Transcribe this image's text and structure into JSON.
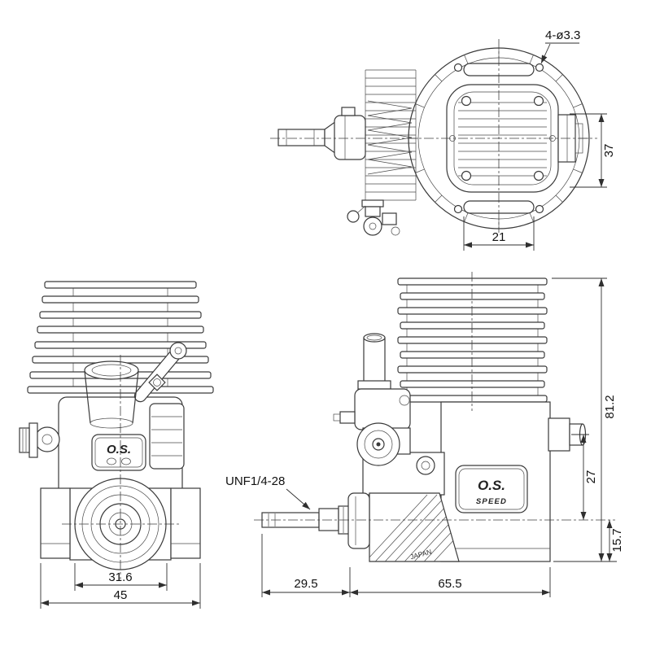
{
  "dimensions": {
    "rear_hole_callout": "4-ø3.3",
    "rear_height": "37",
    "rear_slot_width": "21",
    "front_mount_span": "31.6",
    "front_overall_width": "45",
    "crank_thread_callout": "UNF1/4-28",
    "crank_length": "29.5",
    "case_length": "65.5",
    "overall_height": "81.2",
    "exhaust_to_crank": "27",
    "crank_to_base": "15.7"
  },
  "branding": {
    "front_logo": "O.S.",
    "side_logo_main": "O.S.",
    "side_logo_sub": "SPEED",
    "origin": "JAPAN"
  }
}
